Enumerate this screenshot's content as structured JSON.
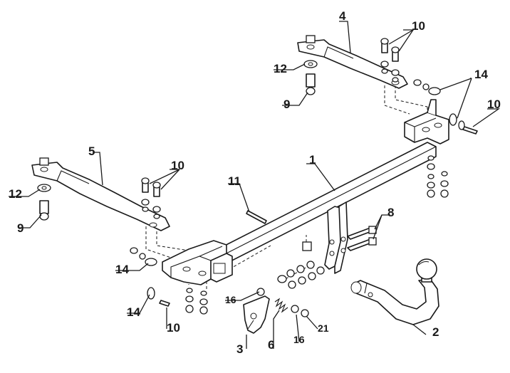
{
  "callouts": [
    {
      "id": "c1",
      "text": "1"
    },
    {
      "id": "c2",
      "text": "2"
    },
    {
      "id": "c3",
      "text": "3"
    },
    {
      "id": "c4",
      "text": "4"
    },
    {
      "id": "c5",
      "text": "5"
    },
    {
      "id": "c6",
      "text": "6"
    },
    {
      "id": "c8",
      "text": "8"
    },
    {
      "id": "c9a",
      "text": "9"
    },
    {
      "id": "c9b",
      "text": "9"
    },
    {
      "id": "c10a",
      "text": "10"
    },
    {
      "id": "c10b",
      "text": "10"
    },
    {
      "id": "c10c",
      "text": "10"
    },
    {
      "id": "c10d",
      "text": "10"
    },
    {
      "id": "c11",
      "text": "11"
    },
    {
      "id": "c12a",
      "text": "12"
    },
    {
      "id": "c12b",
      "text": "12"
    },
    {
      "id": "c14a",
      "text": "14"
    },
    {
      "id": "c14b",
      "text": "14"
    },
    {
      "id": "c14c",
      "text": "14"
    },
    {
      "id": "c16a",
      "text": "16"
    },
    {
      "id": "c16b",
      "text": "16"
    },
    {
      "id": "c21",
      "text": "21"
    }
  ]
}
